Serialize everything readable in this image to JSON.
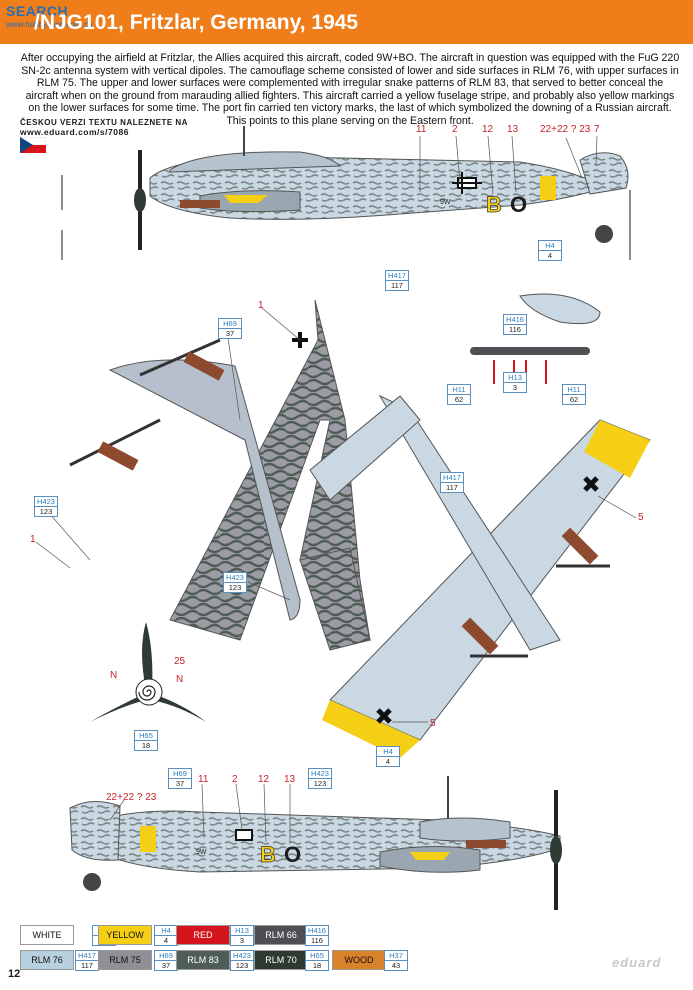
{
  "watermark": {
    "text": "SEARCH",
    "sub": "www.hobbyshop.com.cn"
  },
  "title": "/NJG101, Fritzlar, Germany, 1945",
  "description": "After occupying the airfield at Fritzlar, the Allies acquired this aircraft, coded 9W+BO. The aircraft in question was equipped with the FuG 220 SN-2c antenna system with vertical dipoles. The camouflage scheme consisted of lower and side surfaces in RLM 76, with upper surfaces in RLM 75. The upper and lower surfaces were complemented with irregular snake patterns of RLM 83, that served to better conceal the aircraft when on the ground from marauding allied fighters. This aircraft carried a yellow fuselage stripe, and probably also yellow markings on the lower surfaces for some time. The port fin carried ten victory marks, the last of which symbolized the downing of a Russian aircraft. This points to this plane serving on the Eastern front.",
  "czech_note": "ČESKOU VERZI TEXTU NALEZNETE NA",
  "czech_url": "www.eduard.com/s/7086",
  "callouts_top": [
    "11",
    "2",
    "12",
    "13",
    "22+22 ? 23",
    "7"
  ],
  "callouts_bottom": [
    "22+22 ? 23",
    "11",
    "2",
    "12",
    "13"
  ],
  "callouts_misc": {
    "c1_top": "1",
    "c1_left": "1",
    "c5_right": "5",
    "c5_bottom": "5",
    "c25": "25",
    "n_left": "N",
    "n_right": "N"
  },
  "fuselage_code": {
    "letter1": "B",
    "letter2": "O",
    "small": "9W"
  },
  "paint_refs": [
    {
      "id": "h4_side",
      "top": "H4",
      "bot": "4"
    },
    {
      "id": "h417_side",
      "top": "H417",
      "bot": "117"
    },
    {
      "id": "h69_top",
      "top": "H69",
      "bot": "37"
    },
    {
      "id": "h416_canopy",
      "top": "H416",
      "bot": "116"
    },
    {
      "id": "h13_canopy",
      "top": "H13",
      "bot": "3"
    },
    {
      "id": "h11_left",
      "top": "H11",
      "bot": "62"
    },
    {
      "id": "h11_right",
      "top": "H11",
      "bot": "62"
    },
    {
      "id": "h417_under",
      "top": "H417",
      "bot": "117"
    },
    {
      "id": "h423_left",
      "top": "H423",
      "bot": "123"
    },
    {
      "id": "h423_mid",
      "top": "H423",
      "bot": "123"
    },
    {
      "id": "h65_prop",
      "top": "H65",
      "bot": "18"
    },
    {
      "id": "h4_under",
      "top": "H4",
      "bot": "4"
    },
    {
      "id": "h69_bot",
      "top": "H69",
      "bot": "37"
    },
    {
      "id": "h423_bot",
      "top": "H423",
      "bot": "123"
    }
  ],
  "legend": [
    {
      "name": "WHITE",
      "color": "#ffffff",
      "text": "#111111",
      "top": "H11",
      "bot": "62"
    },
    {
      "name": "YELLOW",
      "color": "#f5cf16",
      "text": "#111111",
      "top": "H4",
      "bot": "4"
    },
    {
      "name": "RED",
      "color": "#d4151d",
      "text": "#ffffff",
      "top": "H13",
      "bot": "3"
    },
    {
      "name": "RLM 66",
      "color": "#4d4f52",
      "text": "#ffffff",
      "top": "H416",
      "bot": "116"
    },
    {
      "name": "RLM 76",
      "color": "#b8cfde",
      "text": "#111111",
      "top": "H417",
      "bot": "117"
    },
    {
      "name": "RLM 75",
      "color": "#8f8f96",
      "text": "#111111",
      "top": "H69",
      "bot": "37"
    },
    {
      "name": "RLM 83",
      "color": "#4e5d57",
      "text": "#ffffff",
      "top": "H423",
      "bot": "123"
    },
    {
      "name": "RLM 70",
      "color": "#2e3b33",
      "text": "#ffffff",
      "top": "H65",
      "bot": "18"
    },
    {
      "name": "WOOD",
      "color": "#d9822b",
      "text": "#111111",
      "top": "H37",
      "bot": "43"
    }
  ],
  "page_number": "12",
  "brand": "eduard",
  "colors": {
    "header": "#ee7d1a",
    "callout": "#c8202a",
    "code_border": "#5a8fc0",
    "rlm76": "#c9d8e3",
    "rlm75": "#9a9aa2",
    "rlm83": "#4e5d57",
    "yellow": "#f5cf16"
  }
}
